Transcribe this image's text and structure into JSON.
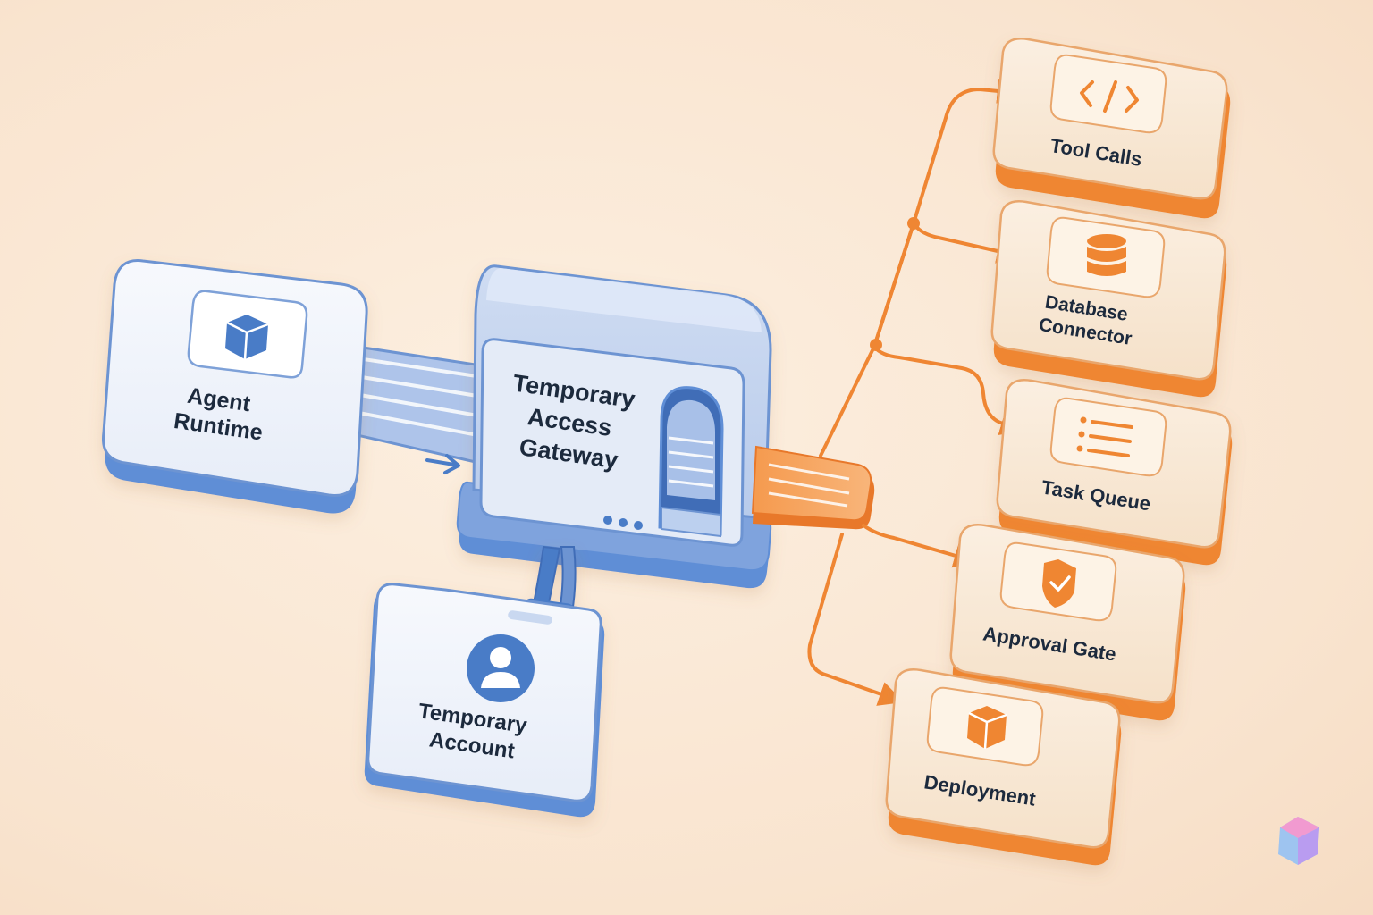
{
  "diagram": {
    "agent": {
      "line1": "Agent",
      "line2": "Runtime",
      "icon": "cube-icon"
    },
    "gateway": {
      "line1": "Temporary",
      "line2": "Access",
      "line3": "Gateway",
      "icon": "gateway-icon"
    },
    "account": {
      "line1": "Temporary",
      "line2": "Account",
      "icon": "user-icon"
    },
    "targets": {
      "tool_calls": {
        "label": "Tool Calls",
        "icon": "code-icon"
      },
      "database": {
        "line1": "Database",
        "line2": "Connector",
        "icon": "database-icon"
      },
      "task_queue": {
        "label": "Task Queue",
        "icon": "list-icon"
      },
      "approval_gate": {
        "label": "Approval Gate",
        "icon": "shield-check-icon"
      },
      "deployment": {
        "label": "Deployment",
        "icon": "cube-icon"
      }
    }
  },
  "colors": {
    "blue_accent": "#4a7cc7",
    "blue_light": "#dce6f7",
    "orange_accent": "#ef8633",
    "orange_light": "#f7e3cb",
    "background": "#fbe9d7",
    "text": "#1f2a3c"
  }
}
